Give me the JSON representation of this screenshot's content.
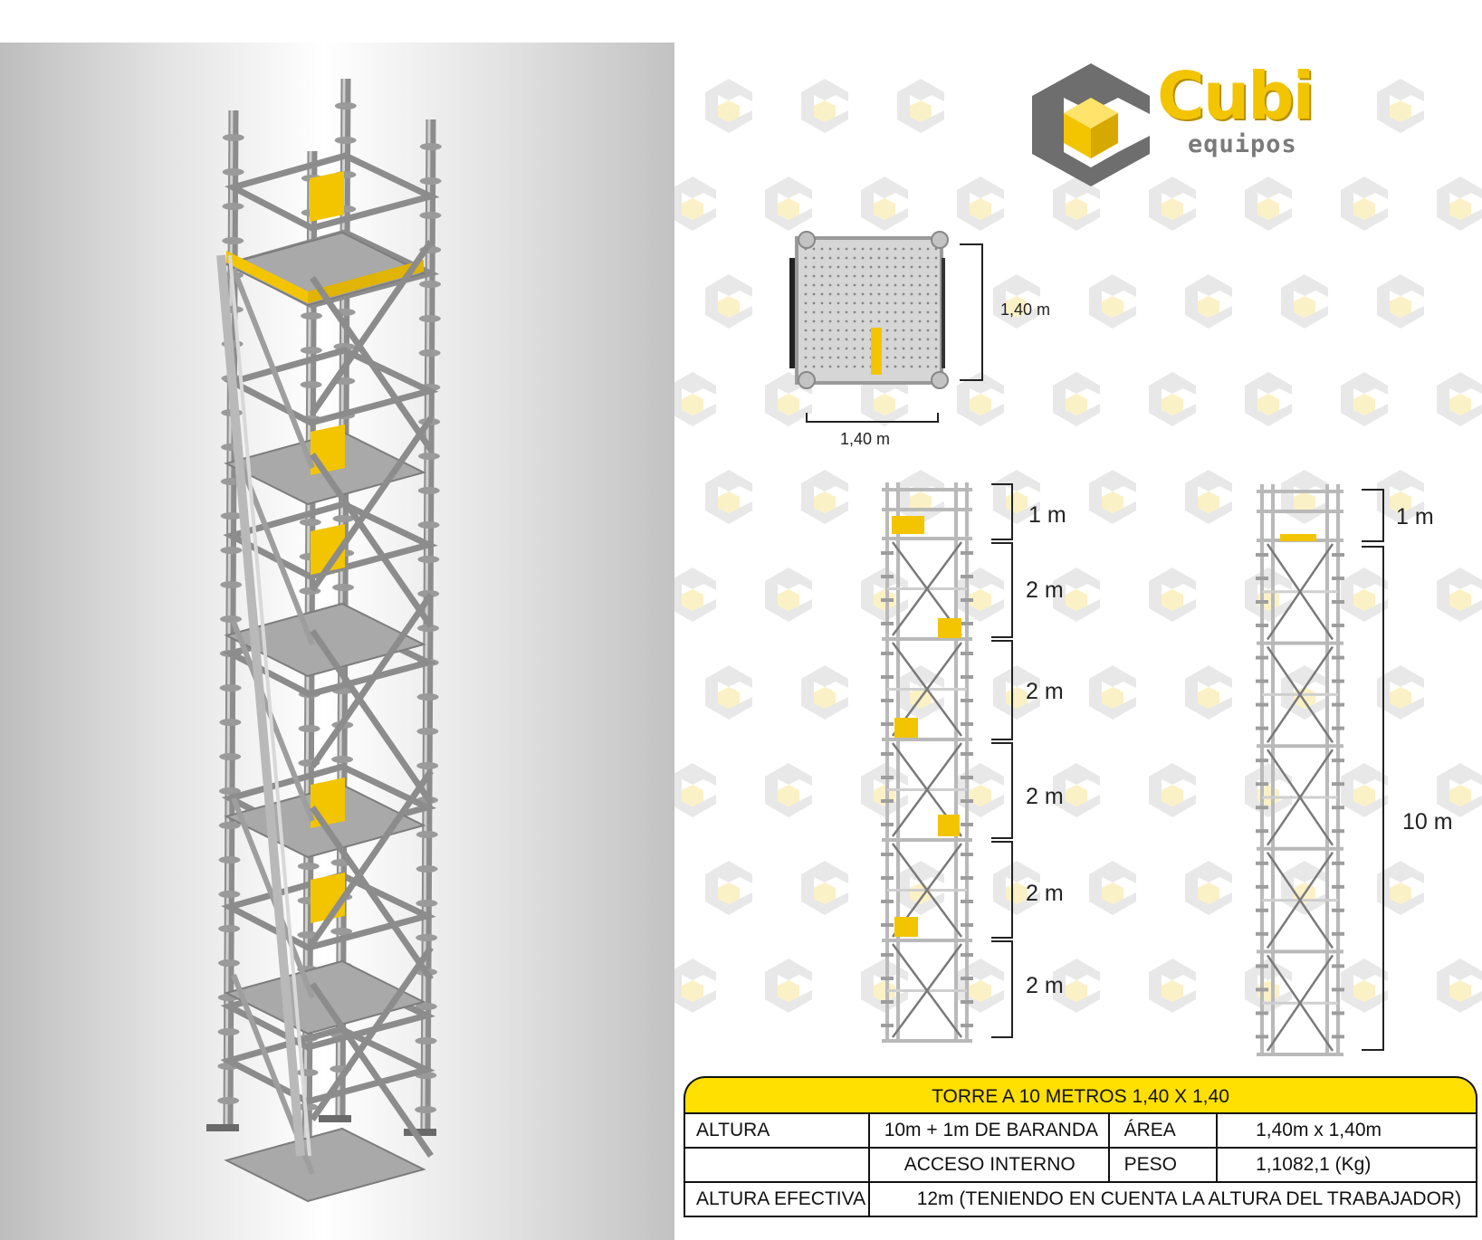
{
  "brand": {
    "name": "Cubi",
    "subtitle": "equipos",
    "colors": {
      "yellow": "#f2c500",
      "gray": "#6e6e6e"
    }
  },
  "plan_view": {
    "width_label": "1,40 m",
    "depth_label": "1,40 m"
  },
  "front_view": {
    "segments": [
      "1 m",
      "2 m",
      "2 m",
      "2 m",
      "2 m",
      "2 m"
    ]
  },
  "side_view": {
    "top_label": "1 m",
    "total_label": "10 m"
  },
  "spec_table": {
    "title": "TORRE A 10 METROS 1,40 X 1,40",
    "row1": {
      "label": "ALTURA",
      "value": "10m + 1m DE BARANDA",
      "label2": "ÁREA",
      "value2": "1,40m x 1,40m"
    },
    "row2": {
      "label": "",
      "value": "ACCESO INTERNO",
      "label2": "PESO",
      "value2": "1,1082,1 (Kg)"
    },
    "row3": {
      "label": "ALTURA EFECTIVA",
      "value": "12m (TENIENDO EN CUENTA LA ALTURA DEL TRABAJADOR)"
    }
  }
}
